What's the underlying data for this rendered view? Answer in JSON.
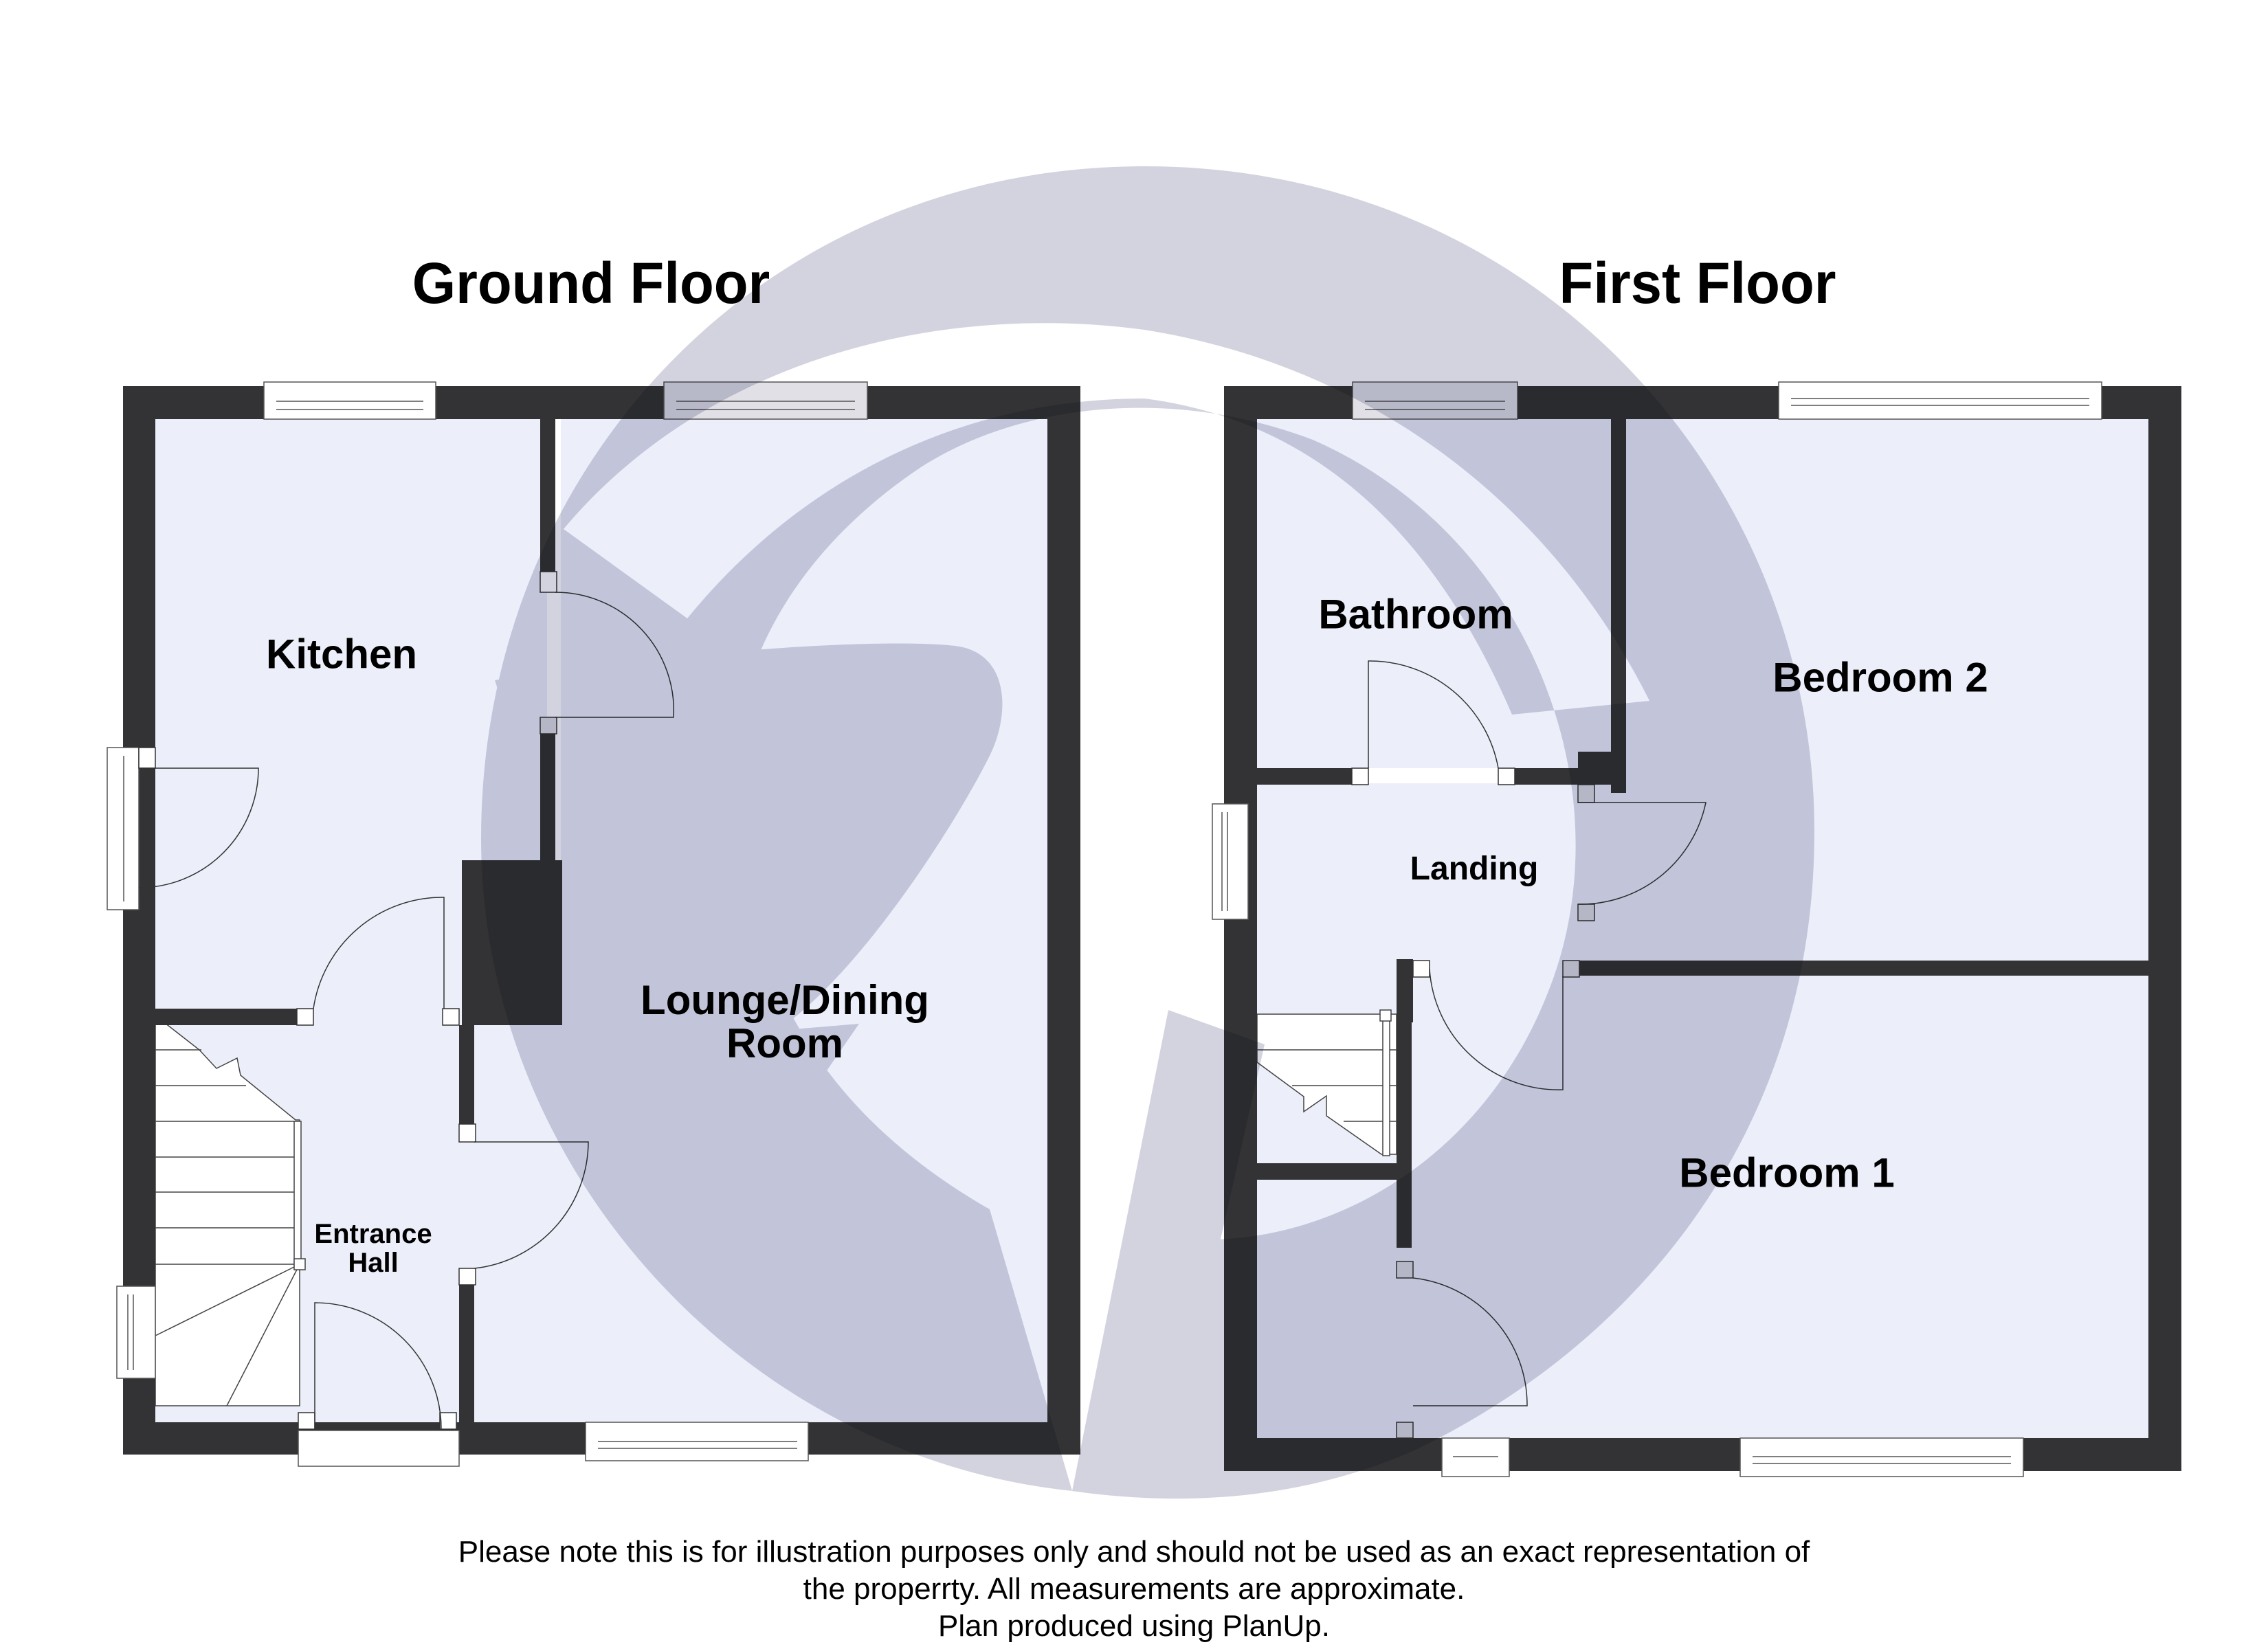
{
  "floors": [
    {
      "title": "Ground Floor",
      "rooms": [
        {
          "name": "Kitchen"
        },
        {
          "name": "Lounge/Dining",
          "name_line2": "Room"
        },
        {
          "name": "Entrance",
          "name_line2": "Hall"
        }
      ]
    },
    {
      "title": "First Floor",
      "rooms": [
        {
          "name": "Bathroom"
        },
        {
          "name": "Bedroom 2"
        },
        {
          "name": "Landing"
        },
        {
          "name": "Bedroom 1"
        }
      ]
    }
  ],
  "footer": {
    "line1": "Please note this is for illustration purposes only and should not be used as an exact representation of",
    "line2": "the properrty. All measurements are approximate.",
    "line3": "Plan produced using PlanUp."
  },
  "colors": {
    "wall": "#333335",
    "floor_fill": "#eceffa",
    "watermark": "#c8c9d6",
    "window_fill": "#ffffff",
    "outline": "#555555"
  }
}
